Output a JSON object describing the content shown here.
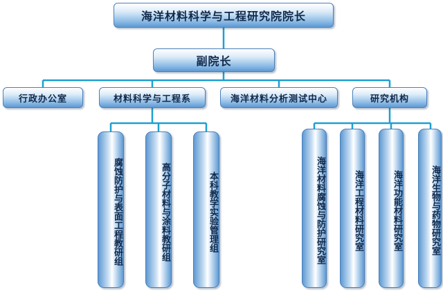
{
  "president": {
    "label": "海洋材料科学与工程研究院院长"
  },
  "vice_president": {
    "label": "副院长"
  },
  "departments": [
    {
      "label": "行政办公室"
    },
    {
      "label": "材料科学与工程系"
    },
    {
      "label": "海洋材料分析测试中心"
    },
    {
      "label": "研究机构"
    }
  ],
  "teaching_groups": [
    {
      "label": "腐蚀防护与表面工程教研组"
    },
    {
      "label": "高分子材料与涂料教研组"
    },
    {
      "label": "本科教学实验管理组"
    }
  ],
  "research_labs": [
    {
      "label": "海洋材料腐蚀与防护研究室"
    },
    {
      "label": "海洋工程材料研究室"
    },
    {
      "label": "海洋功能材料研究室"
    },
    {
      "label": "海洋生物与药物研究室"
    }
  ],
  "colors": {
    "connector": "#1e9fd0",
    "box_border": "#4a7fb8",
    "text": "#10284a"
  }
}
